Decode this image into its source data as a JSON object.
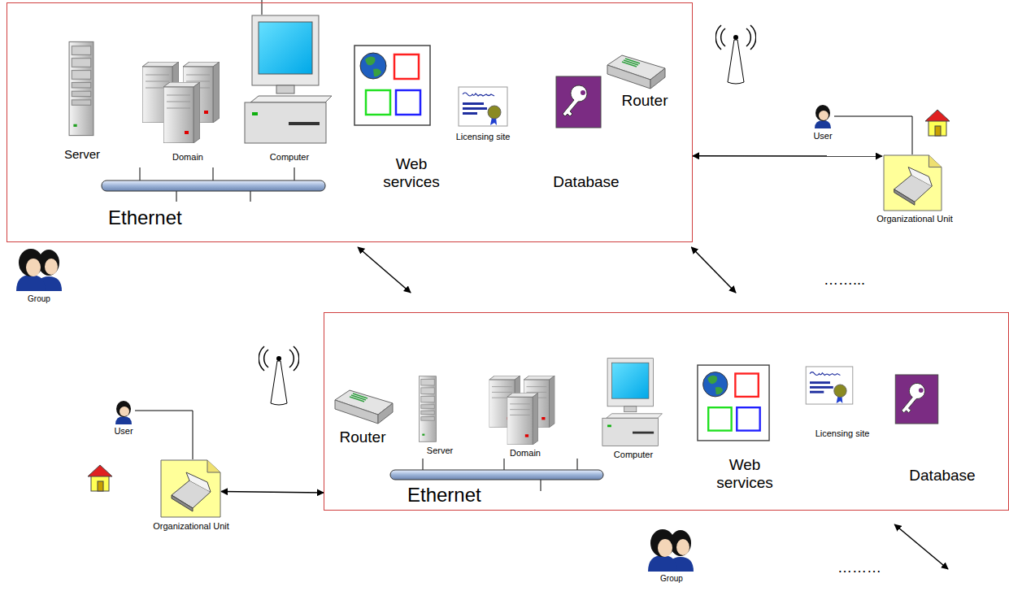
{
  "diagram": {
    "nodes": [
      {
        "text": [
          "Server",
          "Domain",
          "Computer",
          "Web services",
          "Licensing site",
          "Database",
          "Router",
          "Ethernet"
        ]
      },
      {
        "text": [
          "Organizational Unit"
        ]
      },
      {
        "text": [
          "……..."
        ]
      },
      {
        "text": [
          "Organizational Unit"
        ]
      },
      {
        "text": [
          "Router",
          "Server",
          "Domain",
          "Computer",
          "Web services",
          "Licensing site",
          "Database",
          "Ethernet"
        ]
      },
      {
        "text": [
          "………"
        ]
      }
    ],
    "edges": [
      {
        "from": 0,
        "to": 1,
        "arrow": "both"
      },
      {
        "from": 0,
        "to": 4,
        "arrow": "both"
      },
      {
        "from": 0,
        "to": 2,
        "arrow": "both"
      },
      {
        "from": 4,
        "to": 3,
        "arrow": "both"
      },
      {
        "from": 4,
        "to": 5,
        "arrow": "both"
      }
    ],
    "labels": [
      "User",
      "Group",
      "User",
      "Group"
    ]
  }
}
